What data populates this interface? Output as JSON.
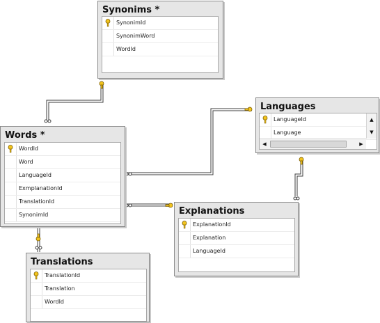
{
  "tables": {
    "synonims": {
      "title": "Synonims *",
      "columns": [
        "SynonimId",
        "SynonimWord",
        "WordId"
      ]
    },
    "languages": {
      "title": "Languages",
      "columns": [
        "LanguageId",
        "Language"
      ]
    },
    "words": {
      "title": "Words *",
      "columns": [
        "WordId",
        "Word",
        "LanguageId",
        "ExmplanationId",
        "TranslationId",
        "SynonimId"
      ]
    },
    "explanations": {
      "title": "Explanations",
      "columns": [
        "ExplanationId",
        "Explanation",
        "LanguageId"
      ]
    },
    "translations": {
      "title": "Translations",
      "columns": [
        "TranslationId",
        "Translation",
        "WordId"
      ]
    }
  },
  "scroll_glyphs": {
    "up": "▲",
    "down": "▼",
    "left": "◀",
    "right": "▶"
  },
  "colors": {
    "relationship_line": "#3c3c3c",
    "key_icon": "#f2c41e",
    "table_background": "#e6e6e6"
  }
}
